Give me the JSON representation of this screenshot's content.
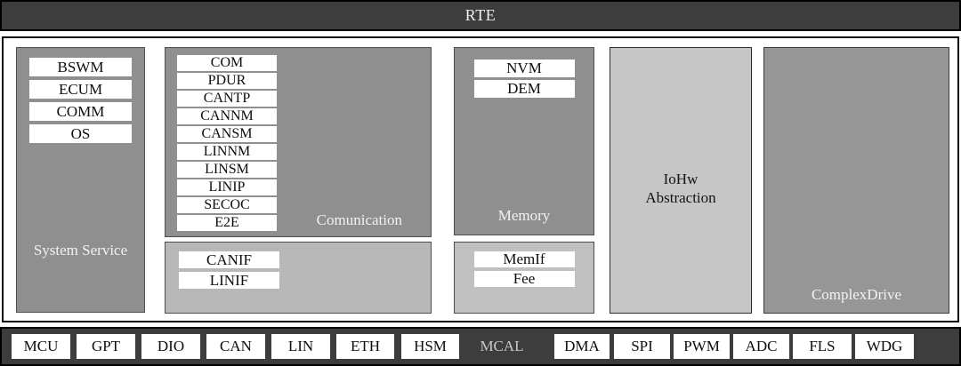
{
  "title_bar": {
    "label": "RTE"
  },
  "layers": {
    "system_service": {
      "label": "System Service",
      "chips": [
        "BSWM",
        "ECUM",
        "COMM",
        "OS"
      ]
    },
    "communication": {
      "label": "Comunication",
      "chips": [
        "COM",
        "PDUR",
        "CANTP",
        "CANNM",
        "CANSM",
        "LINNM",
        "LINSM",
        "LINIP",
        "SECOC",
        "E2E"
      ]
    },
    "can_lin_interface": {
      "chips": [
        "CANIF",
        "LINIF"
      ]
    },
    "memory": {
      "label": "Memory",
      "chips": [
        "NVM",
        "DEM"
      ]
    },
    "memory_interface": {
      "chips": [
        "MemIf",
        "Fee"
      ]
    },
    "iohw_abstraction": {
      "label_line1": "IoHw",
      "label_line2": "Abstraction"
    },
    "complex_drive": {
      "label": "ComplexDrive"
    }
  },
  "mcal_bar": {
    "label": "MCAL",
    "left_chips": [
      "MCU",
      "GPT",
      "DIO",
      "CAN",
      "LIN",
      "ETH",
      "HSM"
    ],
    "right_chips": [
      "DMA",
      "SPI",
      "PWM",
      "ADC",
      "FLS",
      "WDG"
    ]
  },
  "colors": {
    "dark_bar": "#3d3d3d",
    "mid_gray_block": "#8f8f8f",
    "light_gray_block": "#c0c0c0",
    "iohw_block": "#c6c6c6",
    "complex_drive_block": "#969696",
    "chip_bg": "#ffffff",
    "label_on_dark": "#f2f2f2"
  }
}
